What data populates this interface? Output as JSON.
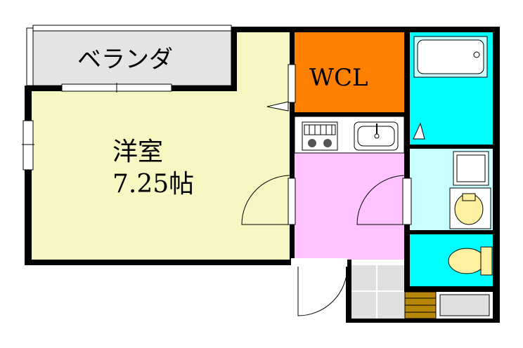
{
  "rooms": {
    "veranda": "ベランダ",
    "wcl": "WCL",
    "western_room_name": "洋室",
    "western_room_size": "7.25帖"
  },
  "colors": {
    "wall": "#000000",
    "veranda_fill": "#e4e4e4",
    "room_fill": "#f7f7c3",
    "wcl_fill": "#ff7f00",
    "kitchen_fill": "#ffc3ff",
    "bath_fill": "#00ffff",
    "fixture_fill": "#c8ffff",
    "toilet_fill": "#fff0a0",
    "entry_fill": "#e0e0e0",
    "shoe_fill": "#b8860b"
  },
  "icons": [
    "bathtub-icon",
    "stove-icon",
    "sink-icon",
    "toilet-icon",
    "washbasin-icon",
    "washer-icon",
    "door-swing-icon"
  ]
}
